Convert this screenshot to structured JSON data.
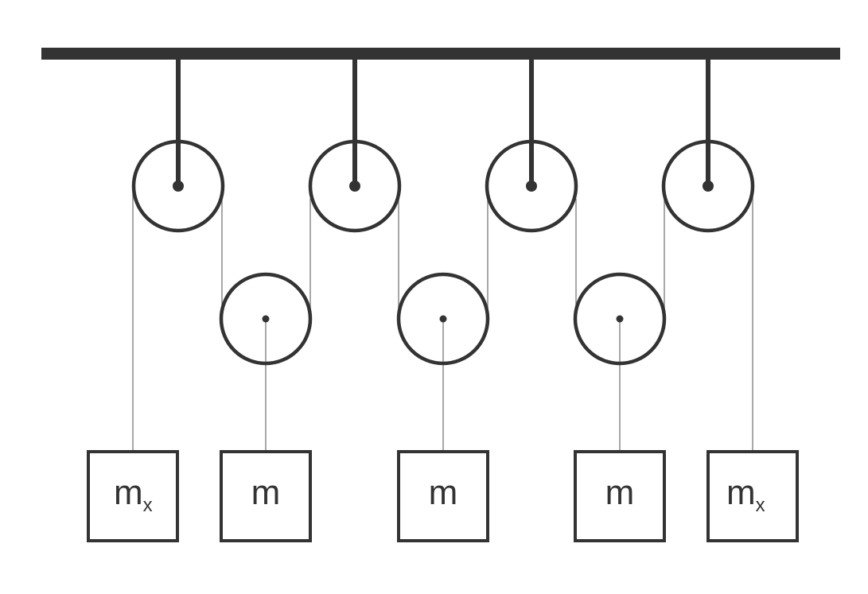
{
  "diagram": {
    "colors": {
      "stroke": "#333333",
      "rope": "#8c8c8c",
      "background": "#ffffff"
    },
    "masses": [
      {
        "symbol": "m",
        "subscript": "x"
      },
      {
        "symbol": "m",
        "subscript": ""
      },
      {
        "symbol": "m",
        "subscript": ""
      },
      {
        "symbol": "m",
        "subscript": ""
      },
      {
        "symbol": "m",
        "subscript": "x"
      }
    ]
  }
}
